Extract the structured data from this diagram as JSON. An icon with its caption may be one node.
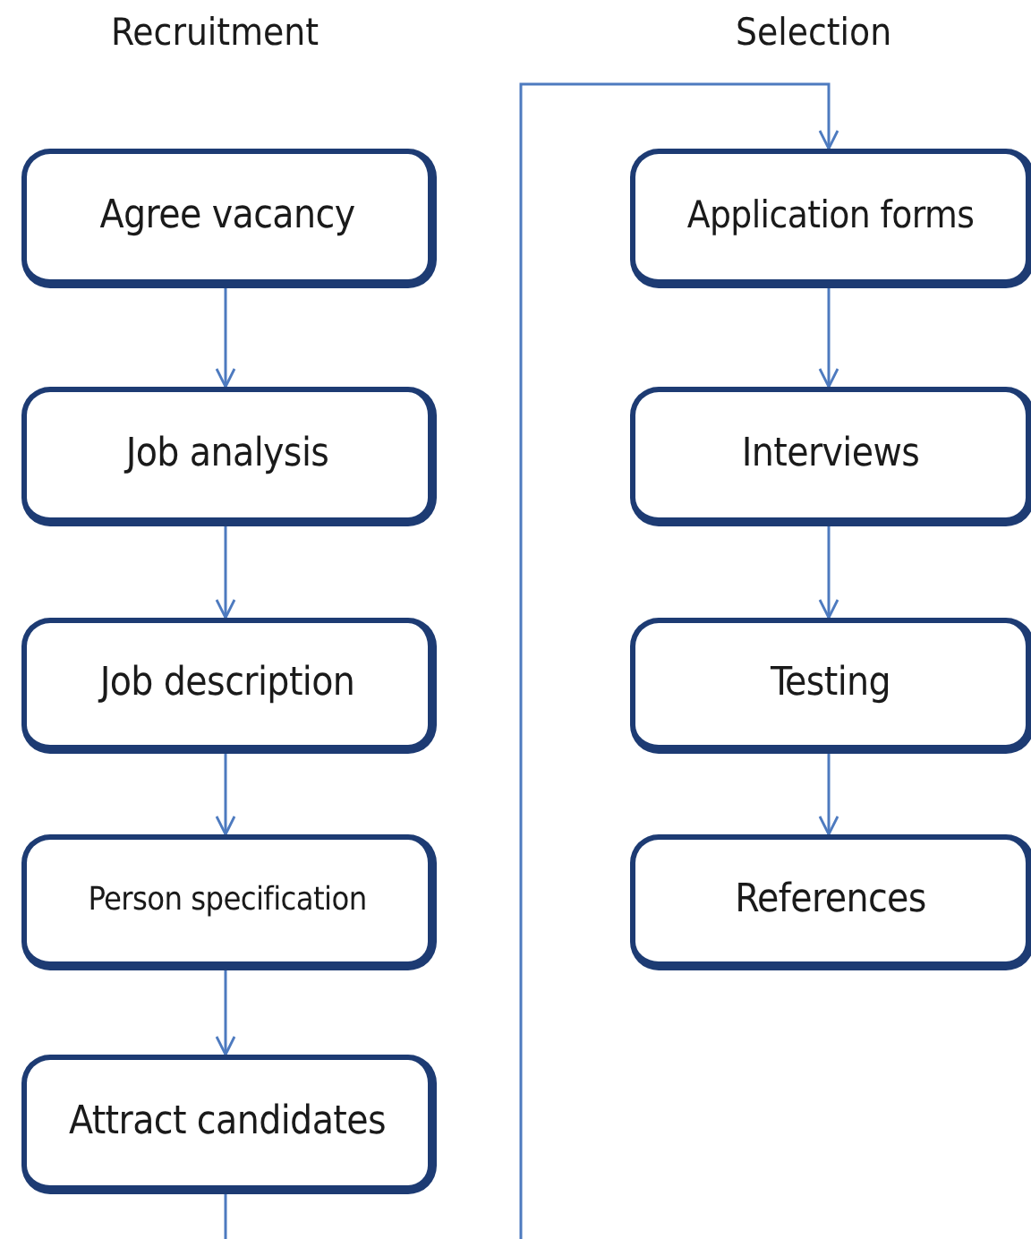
{
  "diagram": {
    "nodes": [
      {
        "text": [
          "Agree vacancy"
        ]
      },
      {
        "text": [
          "Job analysis"
        ]
      },
      {
        "text": [
          "Job description"
        ]
      },
      {
        "text": [
          "Person specification"
        ]
      },
      {
        "text": [
          "Attract candidates"
        ]
      },
      {
        "text": [
          "Application forms"
        ]
      },
      {
        "text": [
          "Interviews"
        ]
      },
      {
        "text": [
          "Testing"
        ]
      },
      {
        "text": [
          "References"
        ]
      }
    ],
    "edges": [
      {
        "from": 0,
        "to": 1,
        "arrow": "to"
      },
      {
        "from": 1,
        "to": 2,
        "arrow": "to"
      },
      {
        "from": 2,
        "to": 3,
        "arrow": "to"
      },
      {
        "from": 3,
        "to": 4,
        "arrow": "to"
      },
      {
        "from": 4,
        "to": 5,
        "arrow": "to"
      },
      {
        "from": 5,
        "to": 6,
        "arrow": "to"
      },
      {
        "from": 6,
        "to": 7,
        "arrow": "to"
      },
      {
        "from": 7,
        "to": 8,
        "arrow": "to"
      }
    ],
    "labels": [
      "Recruitment",
      "Selection"
    ]
  }
}
